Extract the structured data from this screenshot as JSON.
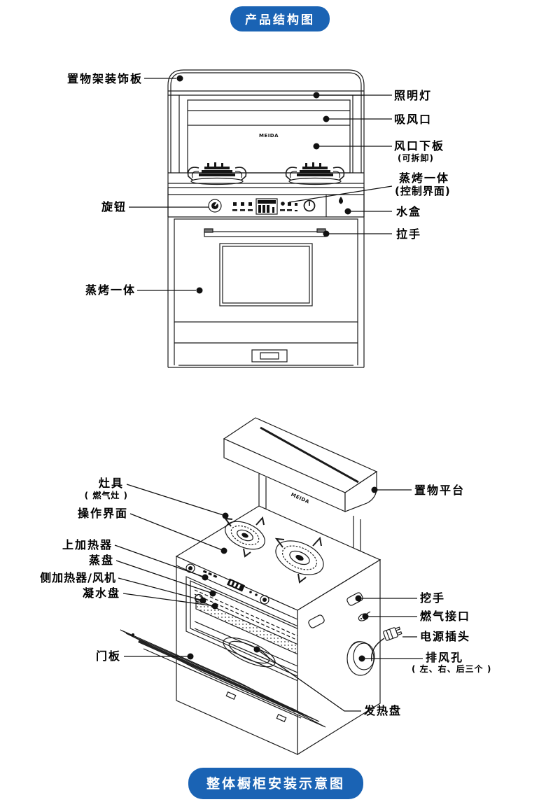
{
  "page": {
    "top_banner": "产品结构图",
    "bottom_banner": "整体橱柜安装示意图",
    "accent_color": "#1a63b4",
    "brand_logo": "MEIDA"
  },
  "front_view": {
    "labels_left": [
      {
        "text": "置物架装饰板"
      },
      {
        "text": "旋钮"
      },
      {
        "text": "蒸烤一体"
      }
    ],
    "labels_right": [
      {
        "text": "照明灯"
      },
      {
        "text": "吸风口"
      },
      {
        "text": "风口下板",
        "note": "(可拆卸)"
      },
      {
        "text": "蒸烤一体",
        "note": "(控制界面)"
      },
      {
        "text": "水盒"
      },
      {
        "text": "拉手"
      }
    ]
  },
  "iso_view": {
    "labels_left": [
      {
        "text": "灶具",
        "note": "( 燃气灶 )"
      },
      {
        "text": "操作界面"
      },
      {
        "text": "上加热器"
      },
      {
        "text": "蒸盘"
      },
      {
        "text": "侧加热器/风机"
      },
      {
        "text": "凝水盘"
      },
      {
        "text": "门板"
      }
    ],
    "labels_right": [
      {
        "text": "置物平台"
      },
      {
        "text": "挖手"
      },
      {
        "text": "燃气接口"
      },
      {
        "text": "电源插头"
      },
      {
        "text": "排风孔",
        "note": "( 左、右、后三个 )"
      },
      {
        "text": "发热盘"
      }
    ]
  }
}
